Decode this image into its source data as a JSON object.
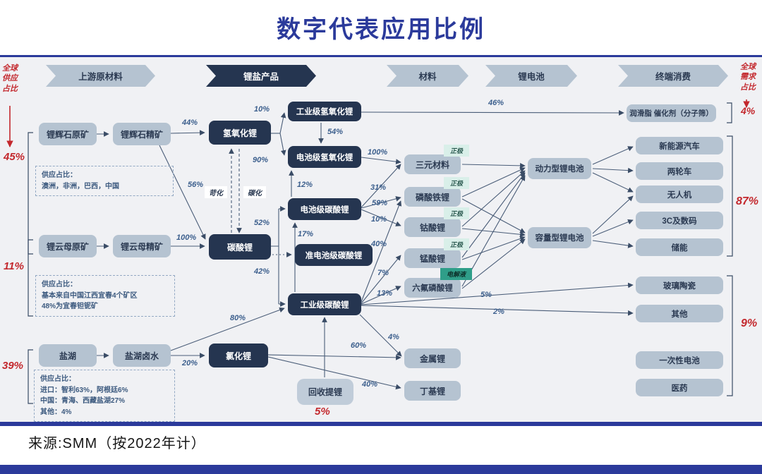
{
  "title": "数字代表应用比例",
  "source": "来源:SMM（按2022年计）",
  "stages": [
    "上游原材料",
    "锂盐产品",
    "材料",
    "锂电池",
    "终端消费"
  ],
  "side": {
    "supply": {
      "l1": "全球",
      "l2": "供应",
      "l3": "占比",
      "spodumene": "45%",
      "lepidolite": "11%",
      "brine": "39%",
      "recycle": "5%"
    },
    "demand": {
      "l1": "全球",
      "l2": "需求",
      "l3": "占比",
      "industrial": "4%",
      "battery": "87%",
      "other": "9%"
    }
  },
  "nodes": {
    "spodumene_ore": "锂辉石原矿",
    "spodumene_conc": "锂辉石精矿",
    "lepidolite_ore": "锂云母原矿",
    "lepidolite_conc": "锂云母精矿",
    "salt_lake": "盐湖",
    "salt_lake_brine": "盐湖卤水",
    "lioh": "氢氧化锂",
    "li2co3": "碳酸锂",
    "licl": "氯化锂",
    "recycle": "回收提锂",
    "ind_lioh": "工业级氢氧化锂",
    "bat_lioh": "电池级氢氧化锂",
    "bat_li2co3": "电池级碳酸锂",
    "quasi_li2co3": "准电池级碳酸锂",
    "ind_li2co3": "工业级碳酸锂",
    "ncm": "三元材料",
    "lfp": "磷酸铁锂",
    "lco": "钴酸锂",
    "lmo": "锰酸锂",
    "lipf6": "六氟磷酸锂",
    "li_metal": "金属锂",
    "butyl": "丁基锂",
    "power_battery": "动力型锂电池",
    "capacity_battery": "容量型锂电池",
    "lubricant": "润滑脂 催化剂（分子筛）",
    "ev": "新能源汽车",
    "two_wheeler": "两轮车",
    "drone": "无人机",
    "c3": "3C及数码",
    "ess": "储能",
    "glass": "玻璃陶瓷",
    "other": "其他",
    "primary_battery": "一次性电池",
    "pharma": "医药"
  },
  "tags": {
    "cathode": "正极",
    "electrolyte": "电解液"
  },
  "process": {
    "causticize": "苛化",
    "carbonize": "碳化"
  },
  "notes": {
    "n1": {
      "l1": "供应占比：",
      "l2": "澳洲，非洲，巴西，中国"
    },
    "n2": {
      "l1": "供应占比：",
      "l2": "基本来自中国江西宜春4个矿区",
      "l3": "48%为宜春钽铌矿"
    },
    "n3": {
      "l1": "供应占比：",
      "l2": "进口：智利63%，阿根廷6%",
      "l3": "中国：青海、西藏盐湖27%",
      "l4": "其他：4%"
    }
  },
  "edge_labels": {
    "spod_to_lioh": "44%",
    "spod_to_li2co3": "56%",
    "lep_to_li2co3": "100%",
    "brine_to_licl": "20%",
    "brine_to_ind_li2co3": "80%",
    "lioh_to_ind_lioh": "10%",
    "lioh_to_bat_lioh": "90%",
    "ind_lioh_to_bat_lioh": "54%",
    "ind_lioh_to_lubricant": "46%",
    "bat_lioh_to_ncm": "100%",
    "bat_li2co3_to_bat_lioh": "12%",
    "li2co3_to_bat_li2co3": "52%",
    "li2co3_to_ind_li2co3": "42%",
    "ind_li2co3_to_bat_li2co3": "17%",
    "bat_li2co3_to_ncm": "31%",
    "bat_li2co3_to_lfp": "59%",
    "bat_li2co3_to_lco": "10%",
    "ind_li2co3_to_lfp": "40%",
    "ind_li2co3_to_lmo": "7%",
    "ind_li2co3_to_lipf6": "13%",
    "ind_li2co3_to_glass": "5%",
    "ind_li2co3_to_other": "2%",
    "ind_li2co3_to_limetal": "4%",
    "licl_to_limetal": "60%",
    "licl_to_butyl": "40%"
  },
  "colors": {
    "title_blue": "#2b3a9b",
    "accent_red": "#c3282d",
    "dark_node": "#253550",
    "light_node": "#b5c3d1",
    "tag_mint": "#d9efe9",
    "tag_teal": "#2f9e89",
    "panel_gray": "#f0f1f4"
  }
}
